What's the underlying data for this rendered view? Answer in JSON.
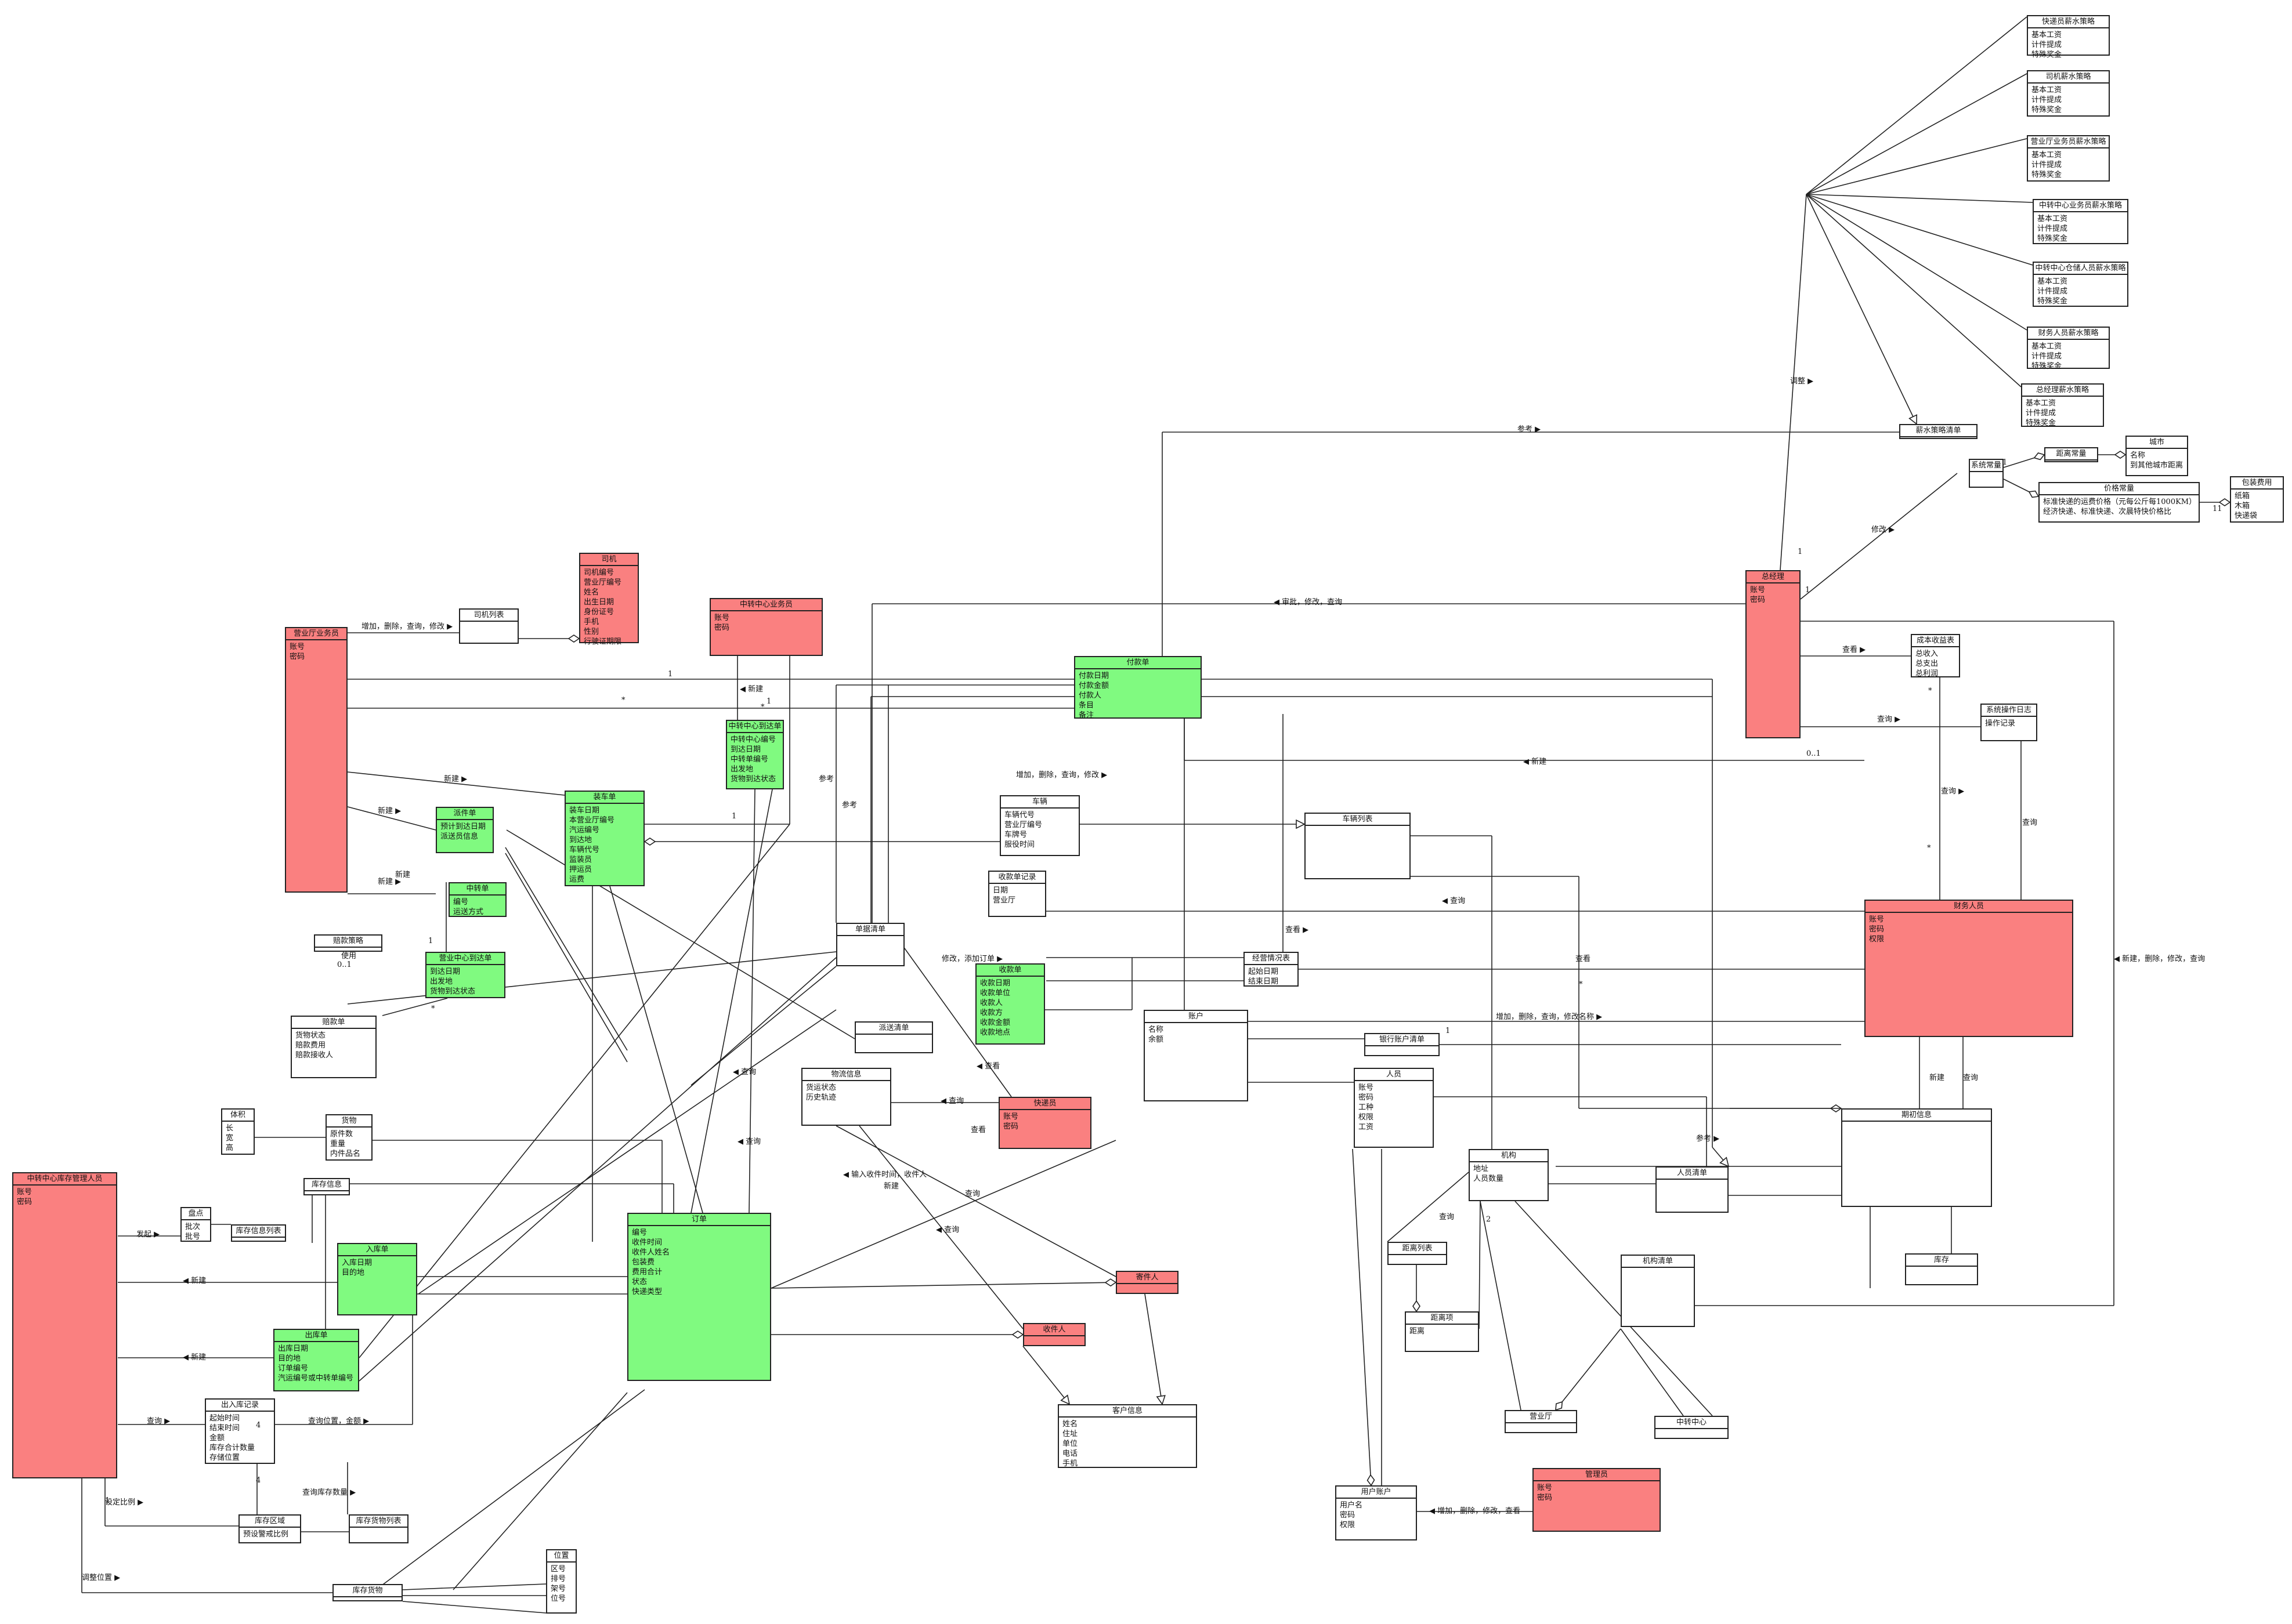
{
  "classes": [
    {
      "id": "kd_xc",
      "title": "快递员薪水策略",
      "attrs": [
        "基本工资",
        "计件提成",
        "特殊奖金"
      ],
      "color": "white"
    },
    {
      "id": "sj_xc",
      "title": "司机薪水策略",
      "attrs": [
        "基本工资",
        "计件提成",
        "特殊奖金"
      ],
      "color": "white"
    },
    {
      "id": "yyt_xc",
      "title": "营业厅业务员薪水策略",
      "attrs": [
        "基本工资",
        "计件提成",
        "特殊奖金"
      ],
      "color": "white"
    },
    {
      "id": "zz_yw_xc",
      "title": "中转中心业务员薪水策略",
      "attrs": [
        "基本工资",
        "计件提成",
        "特殊奖金"
      ],
      "color": "white"
    },
    {
      "id": "zz_ck_xc",
      "title": "中转中心仓储人员薪水策略",
      "attrs": [
        "基本工资",
        "计件提成",
        "特殊奖金"
      ],
      "color": "white"
    },
    {
      "id": "cw_xc",
      "title": "财务人员薪水策略",
      "attrs": [
        "基本工资",
        "计件提成",
        "特殊奖金"
      ],
      "color": "white"
    },
    {
      "id": "zjl_xc",
      "title": "总经理薪水策略",
      "attrs": [
        "基本工资",
        "计件提成",
        "特殊奖金"
      ],
      "color": "white"
    },
    {
      "id": "xsclqd",
      "title": "薪水策略清单",
      "attrs": [],
      "color": "white"
    },
    {
      "id": "jlcl",
      "title": "距离常量",
      "attrs": [],
      "color": "white"
    },
    {
      "id": "city",
      "title": "城市",
      "attrs": [
        "名称",
        "到其他城市距离"
      ],
      "color": "white"
    },
    {
      "id": "xtcl",
      "title": "系统常量",
      "attrs": [],
      "color": "white"
    },
    {
      "id": "price",
      "title": "价格常量",
      "attrs": [
        "标准快递的运费价格（元每公斤每1000KM）",
        "经济快递、标准快递、次晨特快价格比"
      ],
      "color": "white"
    },
    {
      "id": "pack",
      "title": "包装费用",
      "attrs": [
        "纸箱",
        "木箱",
        "快递袋"
      ],
      "color": "white"
    },
    {
      "id": "zjl",
      "title": "总经理",
      "attrs": [
        "账号",
        "密码"
      ],
      "color": "red"
    },
    {
      "id": "cbsyb",
      "title": "成本收益表",
      "attrs": [
        "总收入",
        "总支出",
        "总利润"
      ],
      "color": "white"
    },
    {
      "id": "xtczrz",
      "title": "系统操作日志",
      "attrs": [
        "操作记录"
      ],
      "color": "white"
    },
    {
      "id": "cwry",
      "title": "财务人员",
      "attrs": [
        "账号",
        "密码",
        "权限"
      ],
      "color": "red"
    },
    {
      "id": "yyt_ywy",
      "title": "营业厅业务员",
      "attrs": [
        "账号",
        "密码"
      ],
      "color": "red"
    },
    {
      "id": "sjlb",
      "title": "司机列表",
      "attrs": [],
      "color": "white"
    },
    {
      "id": "siji",
      "title": "司机",
      "attrs": [
        "司机编号",
        "营业厅编号",
        "姓名",
        "出生日期",
        "身份证号",
        "手机",
        "性别",
        "行驶证期限"
      ],
      "color": "red"
    },
    {
      "id": "zz_ywy",
      "title": "中转中心业务员",
      "attrs": [
        "账号",
        "密码"
      ],
      "color": "red"
    },
    {
      "id": "zzzx_ddd",
      "title": "中转中心到达单",
      "attrs": [
        "中转中心编号",
        "到达日期",
        "中转单编号",
        "出发地",
        "货物到达状态"
      ],
      "color": "green"
    },
    {
      "id": "fkd",
      "title": "付款单",
      "attrs": [
        "付款日期",
        "付款金额",
        "付款人",
        "条目",
        "备注"
      ],
      "color": "green"
    },
    {
      "id": "zcd",
      "title": "装车单",
      "attrs": [
        "装车日期",
        "本营业厅编号",
        "汽运编号",
        "到达地",
        "车辆代号",
        "监装员",
        "押运员",
        "运费"
      ],
      "color": "green"
    },
    {
      "id": "pjd",
      "title": "派件单",
      "attrs": [
        "预计到达日期",
        "派送员信息"
      ],
      "color": "green"
    },
    {
      "id": "zzd",
      "title": "中转单",
      "attrs": [
        "编号",
        "运送方式"
      ],
      "color": "green"
    },
    {
      "id": "yyzx_ddd",
      "title": "营业中心到达单",
      "attrs": [
        "到达日期",
        "出发地",
        "货物到达状态"
      ],
      "color": "green"
    },
    {
      "id": "car",
      "title": "车辆",
      "attrs": [
        "车辆代号",
        "营业厅编号",
        "车牌号",
        "服役时间"
      ],
      "color": "white"
    },
    {
      "id": "carlist",
      "title": "车辆列表",
      "attrs": [],
      "color": "white"
    },
    {
      "id": "skdjl",
      "title": "收款单记录",
      "attrs": [
        "日期",
        "营业厅"
      ],
      "color": "white"
    },
    {
      "id": "djqd",
      "title": "单据清单",
      "attrs": [],
      "color": "white"
    },
    {
      "id": "skd",
      "title": "收款单",
      "attrs": [
        "收款日期",
        "收款单位",
        "收款人",
        "收款方",
        "收款金额",
        "收款地点"
      ],
      "color": "green"
    },
    {
      "id": "jyqkb",
      "title": "经营情况表",
      "attrs": [
        "起始日期",
        "结束日期"
      ],
      "color": "white"
    },
    {
      "id": "pkcl",
      "title": "赔款策略",
      "attrs": [],
      "color": "white"
    },
    {
      "id": "pkd",
      "title": "赔款单",
      "attrs": [
        "货物状态",
        "赔款费用",
        "赔款接收人"
      ],
      "color": "white"
    },
    {
      "id": "psqd",
      "title": "派送清单",
      "attrs": [],
      "color": "white"
    },
    {
      "id": "account",
      "title": "账户",
      "attrs": [
        "名称",
        "余额"
      ],
      "color": "white"
    },
    {
      "id": "yhzhqd",
      "title": "银行账户清单",
      "attrs": [],
      "color": "white"
    },
    {
      "id": "wlxx",
      "title": "物流信息",
      "attrs": [
        "货运状态",
        "历史轨迹"
      ],
      "color": "white"
    },
    {
      "id": "kdy",
      "title": "快递员",
      "attrs": [
        "账号",
        "密码"
      ],
      "color": "red"
    },
    {
      "id": "staff",
      "title": "人员",
      "attrs": [
        "账号",
        "密码",
        "工种",
        "权限",
        "工资"
      ],
      "color": "white"
    },
    {
      "id": "qcxx",
      "title": "期初信息",
      "attrs": [],
      "color": "white"
    },
    {
      "id": "tiji",
      "title": "体积",
      "attrs": [
        "长",
        "宽",
        "高"
      ],
      "color": "white"
    },
    {
      "id": "goods",
      "title": "货物",
      "attrs": [
        "原件数",
        "重量",
        "内件品名"
      ],
      "color": "white"
    },
    {
      "id": "zz_ck",
      "title": "中转中心库存管理人员",
      "attrs": [
        "账号",
        "密码"
      ],
      "color": "red"
    },
    {
      "id": "kcxx",
      "title": "库存信息",
      "attrs": [],
      "color": "white"
    },
    {
      "id": "pandian",
      "title": "盘点",
      "attrs": [
        "批次",
        "批号"
      ],
      "color": "white"
    },
    {
      "id": "kcxxlb",
      "title": "库存信息列表",
      "attrs": [],
      "color": "white"
    },
    {
      "id": "rkd",
      "title": "入库单",
      "attrs": [
        "入库日期",
        "目的地"
      ],
      "color": "green"
    },
    {
      "id": "order",
      "title": "订单",
      "attrs": [
        "编号",
        "收件时间",
        "收件人姓名",
        "包装费",
        "费用合计",
        "状态",
        "快递类型"
      ],
      "color": "green"
    },
    {
      "id": "jjr",
      "title": "寄件人",
      "attrs": [],
      "color": "red"
    },
    {
      "id": "sjr",
      "title": "收件人",
      "attrs": [],
      "color": "red"
    },
    {
      "id": "khxx",
      "title": "客户信息",
      "attrs": [
        "姓名",
        "住址",
        "单位",
        "电话",
        "手机"
      ],
      "color": "white"
    },
    {
      "id": "jigou",
      "title": "机构",
      "attrs": [
        "地址",
        "人员数量"
      ],
      "color": "white"
    },
    {
      "id": "ryqd",
      "title": "人员清单",
      "attrs": [],
      "color": "white"
    },
    {
      "id": "jllb",
      "title": "距离列表",
      "attrs": [],
      "color": "white"
    },
    {
      "id": "jiju",
      "title": "距离项",
      "attrs": [
        "距离"
      ],
      "color": "white"
    },
    {
      "id": "jgqd",
      "title": "机构清单",
      "attrs": [],
      "color": "white"
    },
    {
      "id": "kucun",
      "title": "库存",
      "attrs": [],
      "color": "white"
    },
    {
      "id": "yyt",
      "title": "营业厅",
      "attrs": [],
      "color": "white"
    },
    {
      "id": "zzzx",
      "title": "中转中心",
      "attrs": [],
      "color": "white"
    },
    {
      "id": "ckd",
      "title": "出库单",
      "attrs": [
        "出库日期",
        "目的地",
        "订单编号",
        "汽运编号或中转单编号"
      ],
      "color": "green"
    },
    {
      "id": "crkjl",
      "title": "出入库记录",
      "attrs": [
        "起始时间",
        "结束时间",
        "金额",
        "库存合计数量",
        "存储位置"
      ],
      "color": "white"
    },
    {
      "id": "kcqy",
      "title": "库存区域",
      "attrs": [
        "预设警戒比例"
      ],
      "color": "white"
    },
    {
      "id": "kchwlb",
      "title": "库存货物列表",
      "attrs": [],
      "color": "white"
    },
    {
      "id": "kchw",
      "title": "库存货物",
      "attrs": [],
      "color": "white"
    },
    {
      "id": "weizhi",
      "title": "位置",
      "attrs": [
        "区号",
        "排号",
        "架号",
        "位号"
      ],
      "color": "white"
    },
    {
      "id": "yhzh",
      "title": "用户账户",
      "attrs": [
        "用户名",
        "密码",
        "权限"
      ],
      "color": "white"
    },
    {
      "id": "admin",
      "title": "管理员",
      "attrs": [
        "账号",
        "密码"
      ],
      "color": "red"
    }
  ],
  "labels": [
    "调整 ▶",
    "参考 ▶",
    "修改 ▶",
    "◀ 审批，修改，查询",
    "查看 ▶",
    "查询 ▶",
    "◀ 新建",
    "增加，删除，查询，修改 ▶",
    "◀ 新建",
    "新建 ▶",
    "新建 ▶",
    "新建 ▶",
    "参考",
    "参考",
    "增加，删除，查询，修改 ▶",
    "查看 ▶",
    "◀ 查询",
    "修改，添加订单 ▶",
    "◀ 查看",
    "查看",
    "◀ 查询",
    "增加，删除，查询，修改名称 ▶",
    "查看",
    "查询 ▶",
    "查询",
    "◀ 新建，删除，修改，查询",
    "◀ 查询",
    "◀ 查询",
    "◀ 输入收件时间，收件人",
    "新建",
    "◀ 查询",
    "查询",
    "参考 ▶",
    "新建",
    "查询",
    "查询",
    "发起 ▶",
    "◀ 新建",
    "◀ 新建",
    "查询 ▶",
    "查询位置，金额 ▶",
    "查询库存数量 ▶",
    "设定比例 ▶",
    "调整位置 ▶",
    "◀ 增加，删除，修改，查看",
    "使用",
    "0..1",
    "新建"
  ],
  "multiplicities": [
    "1",
    "*",
    "1",
    "*",
    "1",
    "1",
    "*",
    "*",
    "1",
    "0..1",
    "1",
    "*",
    "1",
    "4",
    "4",
    "1",
    "2",
    "11",
    "1",
    "*"
  ]
}
